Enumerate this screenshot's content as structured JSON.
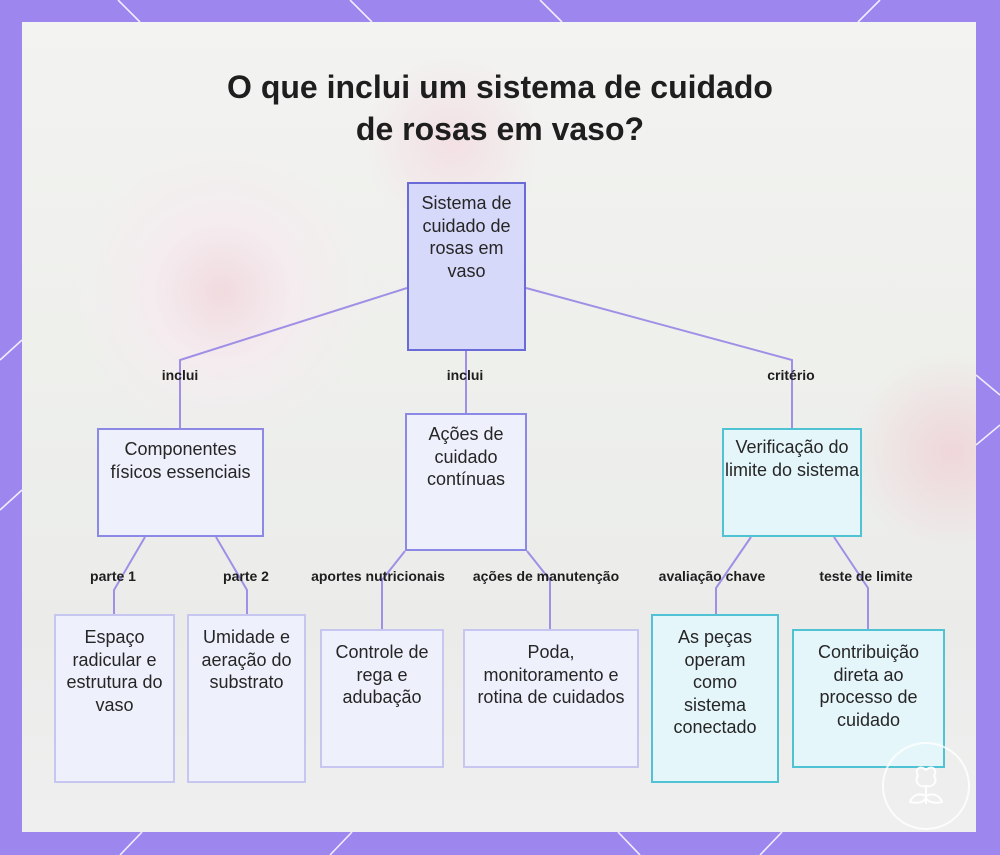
{
  "title": {
    "line1": "O que inclui um sistema de cuidado",
    "line2": "de rosas em vaso?"
  },
  "nodes": {
    "root": "Sistema de cuidado de rosas em vaso",
    "physical": "Componentes físicos essenciais",
    "actions": "Ações de cuidado contínuas",
    "limit": "Verificação do limite do sistema",
    "root_space": "Espaço radicular e estrutura do vaso",
    "moisture": "Umidade e aeração do substrato",
    "watering": "Controle de rega e adubação",
    "pruning": "Poda, monitoramento e rotina de cuidados",
    "connected": "As peças operam como sistema conectado",
    "contribution": "Contribuição direta ao processo de cuidado"
  },
  "edge_labels": {
    "includes_left": "inclui",
    "includes_mid": "inclui",
    "criterion": "critério",
    "part1": "parte 1",
    "part2": "parte 2",
    "nutritional": "aportes nutricionais",
    "maintenance": "ações de manutenção",
    "key_evaluation": "avaliação chave",
    "limit_test": "teste de limite"
  },
  "colors": {
    "frame": "#9d86ee",
    "root_fill": "#d7d9fa",
    "node_border": "#8c88e6",
    "cyan_border": "#4fc3d4",
    "connector": "#a08fe6"
  },
  "icons": [
    "rose-logo-icon"
  ]
}
